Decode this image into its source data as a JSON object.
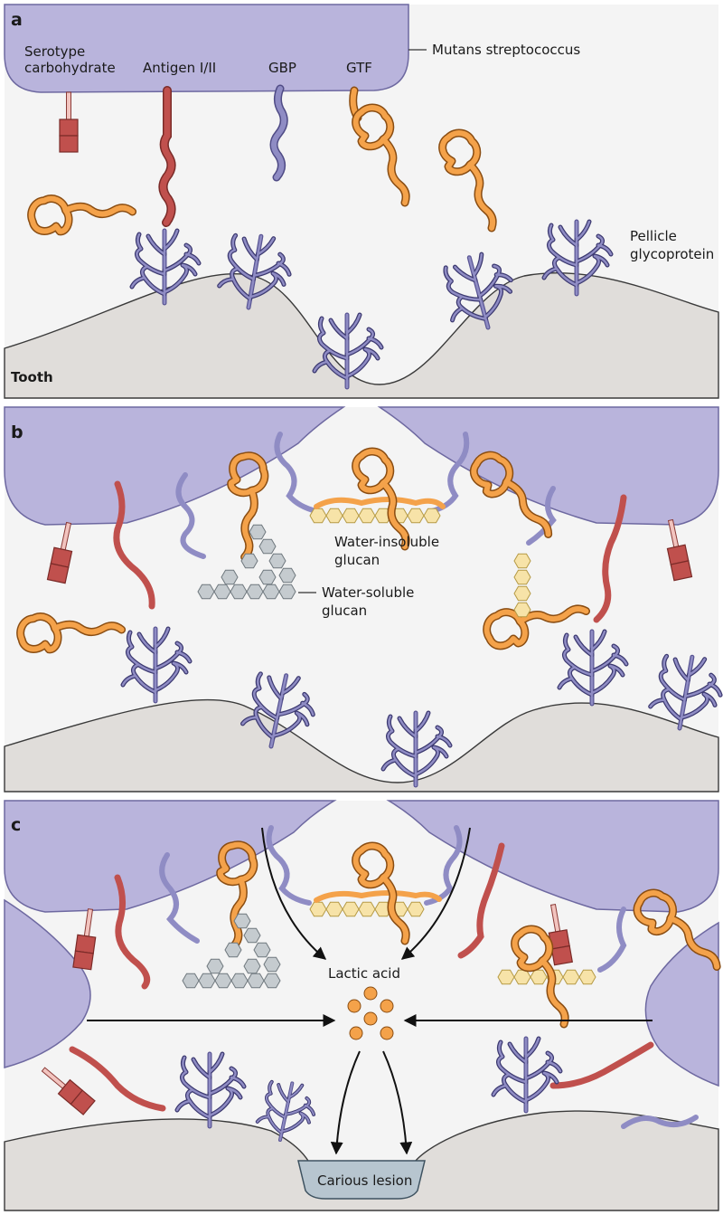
{
  "panels": [
    {
      "letter": "a"
    },
    {
      "letter": "b"
    },
    {
      "letter": "c"
    }
  ],
  "labels": {
    "serotype_line1": "Serotype",
    "serotype_line2": "carbohydrate",
    "antigen": "Antigen I/II",
    "gbp": "GBP",
    "gtf": "GTF",
    "mutans": "Mutans streptococcus",
    "pellicle_line1": "Pellicle",
    "pellicle_line2": "glycoprotein",
    "tooth": "Tooth",
    "insoluble_line1": "Water-insoluble",
    "insoluble_line2": "glucan",
    "soluble_line1": "Water-soluble",
    "soluble_line2": "glucan",
    "lactic": "Lactic acid",
    "carious": "Carious lesion"
  },
  "colors": {
    "bacterium": "#b9b4dc",
    "tooth": "#e0ddda",
    "antigen": "#c0504d",
    "gbp": "#8f8cc4",
    "gtf": "#f4a24a",
    "insoluble_glucan": "#f7e3a8",
    "soluble_glucan": "#c5cbcf",
    "lactic_acid": "#f4a24a",
    "lesion": "#b7c5cf"
  }
}
